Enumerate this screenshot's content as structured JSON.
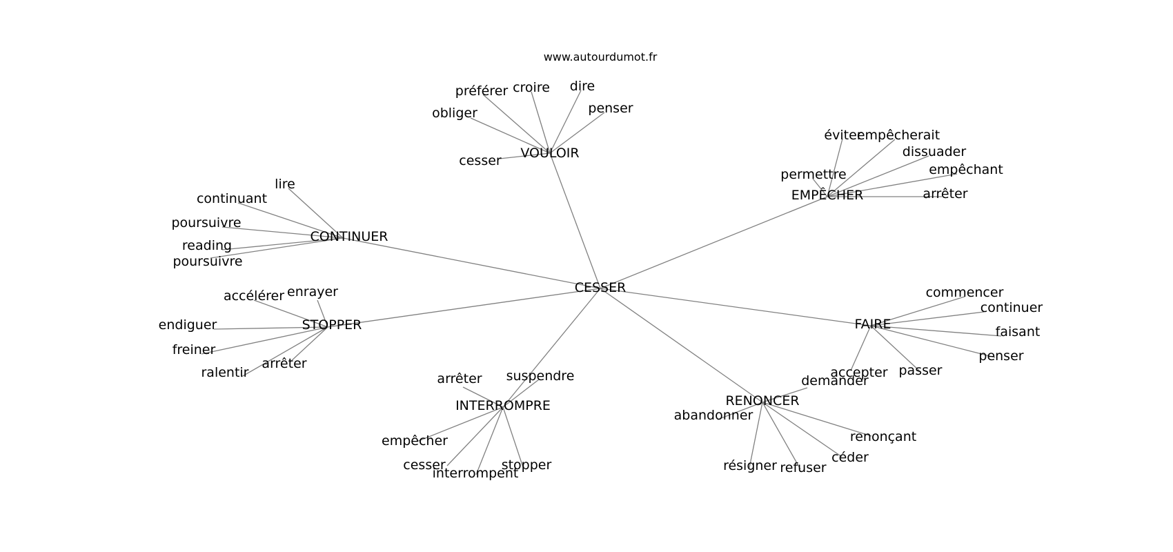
{
  "watermark": "www.autourdumot.fr",
  "center": "CESSER",
  "clusters": [
    {
      "id": "vouloir",
      "label": "VOULOIR",
      "leaves": [
        "cesser",
        "obliger",
        "préférer",
        "croire",
        "dire",
        "penser"
      ]
    },
    {
      "id": "continuer",
      "label": "CONTINUER",
      "leaves": [
        "lire",
        "continuant",
        "poursuivre",
        "reading",
        "poursuivre"
      ]
    },
    {
      "id": "empecher",
      "label": "EMPÊCHER",
      "leaves": [
        "éviter",
        "empêcherait",
        "dissuader",
        "permettre",
        "empêchant",
        "arrêter"
      ]
    },
    {
      "id": "stopper",
      "label": "STOPPER",
      "leaves": [
        "accélérer",
        "enrayer",
        "endiguer",
        "freiner",
        "ralentir",
        "arrêter"
      ]
    },
    {
      "id": "faire",
      "label": "FAIRE",
      "leaves": [
        "commencer",
        "continuer",
        "faisant",
        "penser",
        "passer",
        "accepter"
      ]
    },
    {
      "id": "interrompre",
      "label": "INTERROMPRE",
      "leaves": [
        "arrêter",
        "suspendre",
        "empêcher",
        "cesser",
        "interrompent",
        "stopper"
      ]
    },
    {
      "id": "renoncer",
      "label": "RENONCER",
      "leaves": [
        "demander",
        "abandonner",
        "renonçant",
        "céder",
        "refuser",
        "résigner"
      ]
    }
  ]
}
